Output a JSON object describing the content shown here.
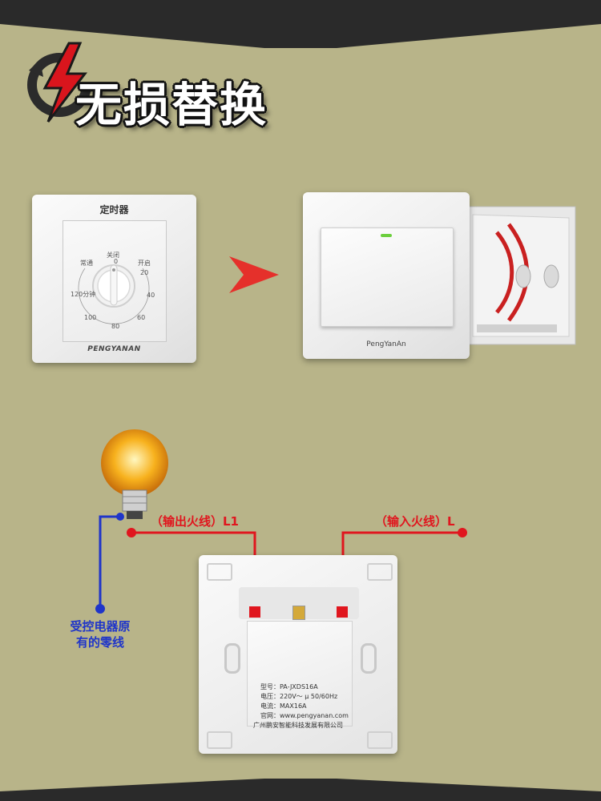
{
  "header": {
    "title": "无损替换",
    "icon": "lightning-refresh-icon"
  },
  "timer_panel": {
    "title": "定时器",
    "brand": "PENGYANAN",
    "dial_labels": {
      "always_on": "常通",
      "off": "关闭",
      "open": "开启",
      "zero": "0",
      "twenty": "20",
      "forty": "40",
      "sixty": "60",
      "eighty": "80",
      "hundred": "100",
      "one_twenty": "120分钟"
    }
  },
  "switch_panel": {
    "brand": "PengYanAn"
  },
  "wiring": {
    "output_label": "（输出火线）L1",
    "input_label": "（输入火线）L",
    "neutral_label_line1": "受控电器原",
    "neutral_label_line2": "有的零线"
  },
  "back_plate": {
    "model": "型号：PA-JXDS16A",
    "voltage": "电压：220V～ μ 50/60Hz",
    "current": "电流：MAX16A",
    "website": "官网：www.pengyanan.com",
    "company": "广州鹏安智能科技发展有限公司"
  },
  "colors": {
    "background": "#b8b489",
    "live_wire": "#e0161e",
    "neutral_wire": "#1f35c9",
    "header_band": "#2a2a2a"
  }
}
